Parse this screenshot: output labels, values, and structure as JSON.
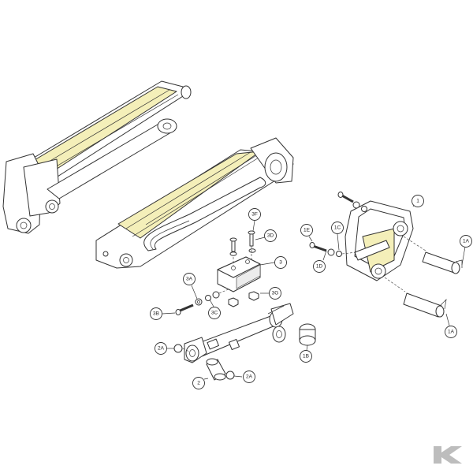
{
  "diagram": {
    "callouts": [
      {
        "id": "c1",
        "label": "1"
      },
      {
        "id": "c1a_top",
        "label": "1A"
      },
      {
        "id": "c1a_bot",
        "label": "1A"
      },
      {
        "id": "c1b",
        "label": "1B"
      },
      {
        "id": "c1c",
        "label": "1C"
      },
      {
        "id": "c1d",
        "label": "1D"
      },
      {
        "id": "c1e",
        "label": "1E"
      },
      {
        "id": "c2",
        "label": "2"
      },
      {
        "id": "c2a_left",
        "label": "2A"
      },
      {
        "id": "c2a_right",
        "label": "2A"
      },
      {
        "id": "c3",
        "label": "3"
      },
      {
        "id": "c3a",
        "label": "3A"
      },
      {
        "id": "c3b",
        "label": "3B"
      },
      {
        "id": "c3c",
        "label": "3C"
      },
      {
        "id": "c3d",
        "label": "3D"
      },
      {
        "id": "c3f",
        "label": "3F"
      },
      {
        "id": "c3g",
        "label": "3G"
      }
    ]
  },
  "brand": {
    "logo_icon": "kramp-k-logo-icon",
    "logo_color": "#bdbdbd"
  }
}
